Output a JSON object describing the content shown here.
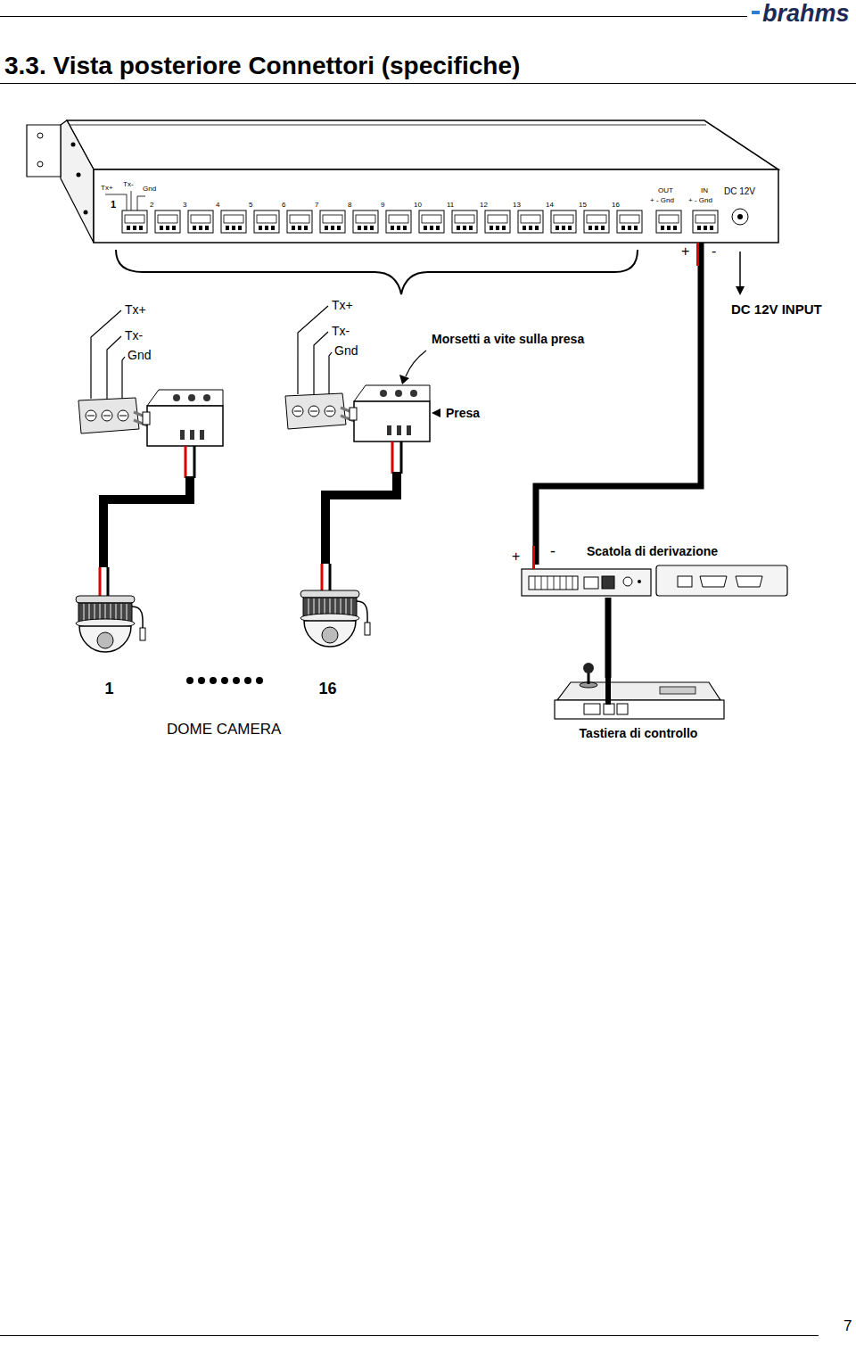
{
  "diagram": {
    "title": "3.3. Vista posteriore Connettori (specifiche)",
    "nodes": [
      {
        "text": [
          "DC 12V"
        ]
      },
      {
        "text": [
          "Scatola di derivazione"
        ]
      },
      {
        "text": [
          "Tastiera di controllo"
        ]
      },
      {
        "text": [
          "1"
        ]
      },
      {
        "text": [
          "16"
        ]
      }
    ],
    "edges": [
      {
        "from": 0,
        "to": 1,
        "arrow": "none"
      },
      {
        "from": 1,
        "to": 2,
        "arrow": "none"
      }
    ],
    "labels": [
      "brahms",
      "Tx+",
      "Tx-",
      "Gnd",
      "1",
      "2",
      "3",
      "4",
      "5",
      "6",
      "7",
      "8",
      "9",
      "10",
      "11",
      "12",
      "13",
      "14",
      "15",
      "16",
      "OUT",
      "+ - Gnd",
      "IN",
      "+ - Gnd",
      "+",
      "-",
      "DC 12V INPUT",
      "Tx+",
      "Tx-",
      "Gnd",
      "Tx+",
      "Tx-",
      "Gnd",
      "Morsetti a vite sulla presa",
      "Presa",
      "+",
      "-",
      "DOME CAMERA",
      "7"
    ]
  }
}
